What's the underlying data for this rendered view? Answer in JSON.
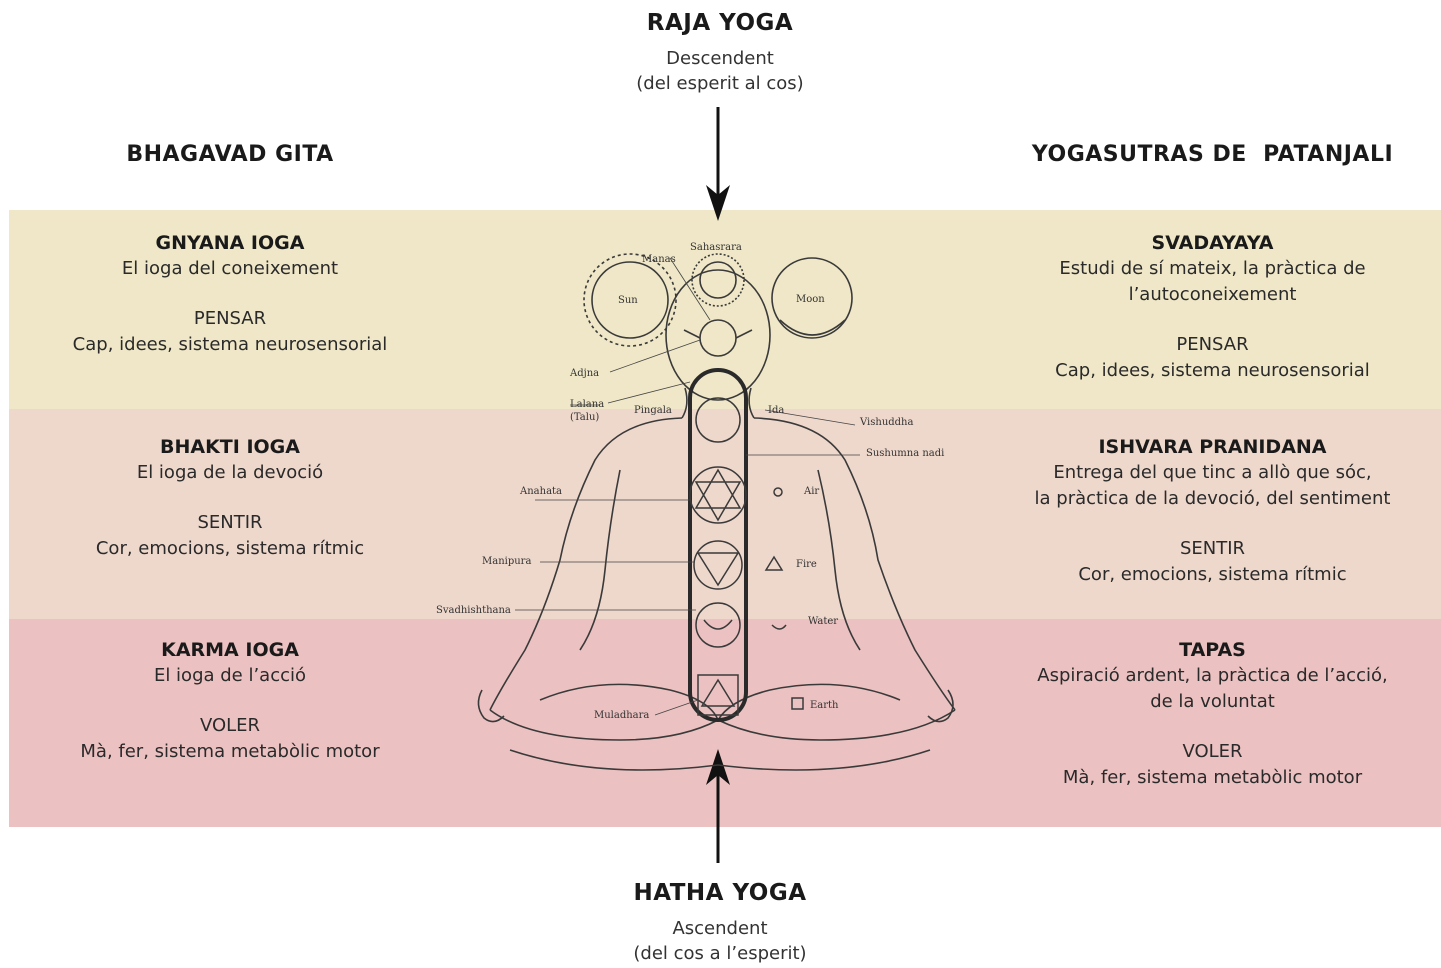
{
  "raja": {
    "title": "RAJA YOGA",
    "line1": "Descendent",
    "line2": "(del esperit al cos)"
  },
  "hatha": {
    "title": "HATHA YOGA",
    "line1": "Ascendent",
    "line2": "(del cos a l’esperit)"
  },
  "left_header": "BHAGAVAD GITA",
  "right_header": "YOGASUTRAS DE  PATANJALI",
  "colors": {
    "band_top": "#efe7c7",
    "band_mid": "#eed7cb",
    "band_bot": "#ecc1c1"
  },
  "left": [
    {
      "title": "GNYANA IOGA",
      "desc": [
        "El ioga del coneixement"
      ],
      "verb": "PENSAR",
      "detail": "Cap, idees, sistema neurosensorial"
    },
    {
      "title": "BHAKTI IOGA",
      "desc": [
        "El ioga de la devoció"
      ],
      "verb": "SENTIR",
      "detail": "Cor, emocions, sistema rítmic"
    },
    {
      "title": "KARMA IOGA",
      "desc": [
        "El ioga de l’acció"
      ],
      "verb": "VOLER",
      "detail": "Mà, fer, sistema metabòlic motor"
    }
  ],
  "right": [
    {
      "title": "SVADAYAYA",
      "desc": [
        "Estudi de sí mateix, la pràctica de",
        "l’autoconeixement"
      ],
      "verb": "PENSAR",
      "detail": "Cap, idees, sistema neurosensorial"
    },
    {
      "title": "ISHVARA PRANIDANA",
      "desc": [
        "Entrega del que tinc a allò que sóc,",
        "la pràctica de la devoció, del sentiment"
      ],
      "verb": "SENTIR",
      "detail": "Cor, emocions, sistema rítmic"
    },
    {
      "title": "TAPAS",
      "desc": [
        "Aspiració ardent, la pràctica de l’acció,",
        "de la voluntat"
      ],
      "verb": "VOLER",
      "detail": "Mà, fer, sistema metabòlic motor"
    }
  ],
  "figure_labels": {
    "sahasrara": "Sahasrara",
    "manas": "Manas",
    "sun": "Sun",
    "moon": "Moon",
    "ajna": "Adjna",
    "lalana": "Lalana",
    "tahu": "(Talu)",
    "pingala": "Pingala",
    "ida": "Ida",
    "vishuddha": "Vishuddha",
    "sushumna": "Sushumna nadi",
    "anahata": "Anahata",
    "air": "Air",
    "manipura": "Manipura",
    "fire": "Fire",
    "svadhisthana": "Svadhishthana",
    "water": "Water",
    "muladhara": "Muladhara",
    "earth": "Earth"
  }
}
